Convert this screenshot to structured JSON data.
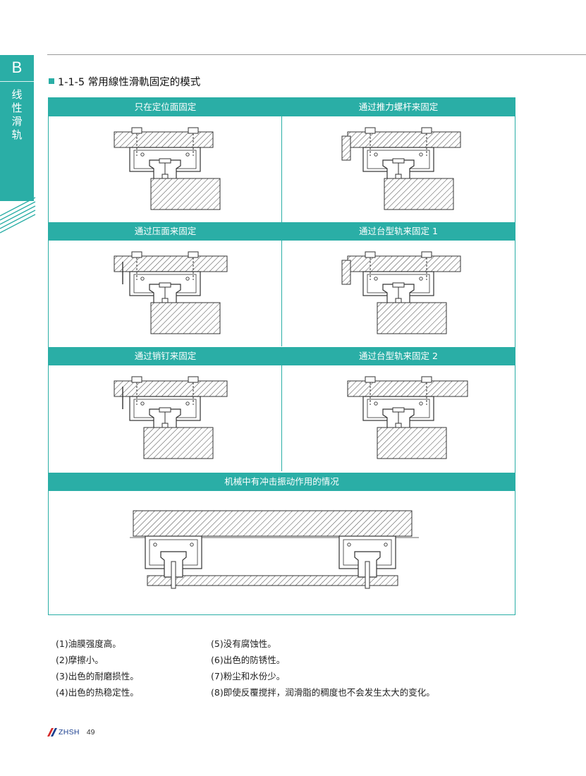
{
  "sidebar": {
    "letter": "B",
    "vertical_text": "线性滑轨",
    "accent_color": "#2aaea6"
  },
  "section": {
    "title": "1-1-5 常用線性滑軌固定的模式"
  },
  "table": {
    "cells": [
      {
        "header": "只在定位面固定",
        "diagram_icon": "rail-mount-datum-only-diagram"
      },
      {
        "header": "通过推力螺杆来固定",
        "diagram_icon": "rail-mount-thrust-screw-diagram"
      },
      {
        "header": "通过压面来固定",
        "diagram_icon": "rail-mount-press-plate-diagram"
      },
      {
        "header": "通过台型轨来固定 1",
        "diagram_icon": "rail-mount-tapered-gib-1-diagram"
      },
      {
        "header": "通过销钉来固定",
        "diagram_icon": "rail-mount-pin-diagram"
      },
      {
        "header": "通过台型轨来固定 2",
        "diagram_icon": "rail-mount-tapered-gib-2-diagram"
      }
    ],
    "wide": {
      "header": "机械中有冲击振动作用的情况",
      "diagram_icon": "rail-mount-shock-vibration-diagram"
    }
  },
  "notes": [
    "(1)油膜强度高。",
    "(2)摩擦小。",
    "(3)出色的耐磨损性。",
    "(4)出色的热稳定性。",
    "(5)没有腐蚀性。",
    "(6)出色的防锈性。",
    "(7)粉尘和水份少。",
    "(8)即使反覆搅拌，润滑脂的稠度也不会发生太大的变化。"
  ],
  "footer": {
    "brand": "ZHSH",
    "page_number": "49",
    "logo_icon": "zhsh-logo-icon"
  }
}
